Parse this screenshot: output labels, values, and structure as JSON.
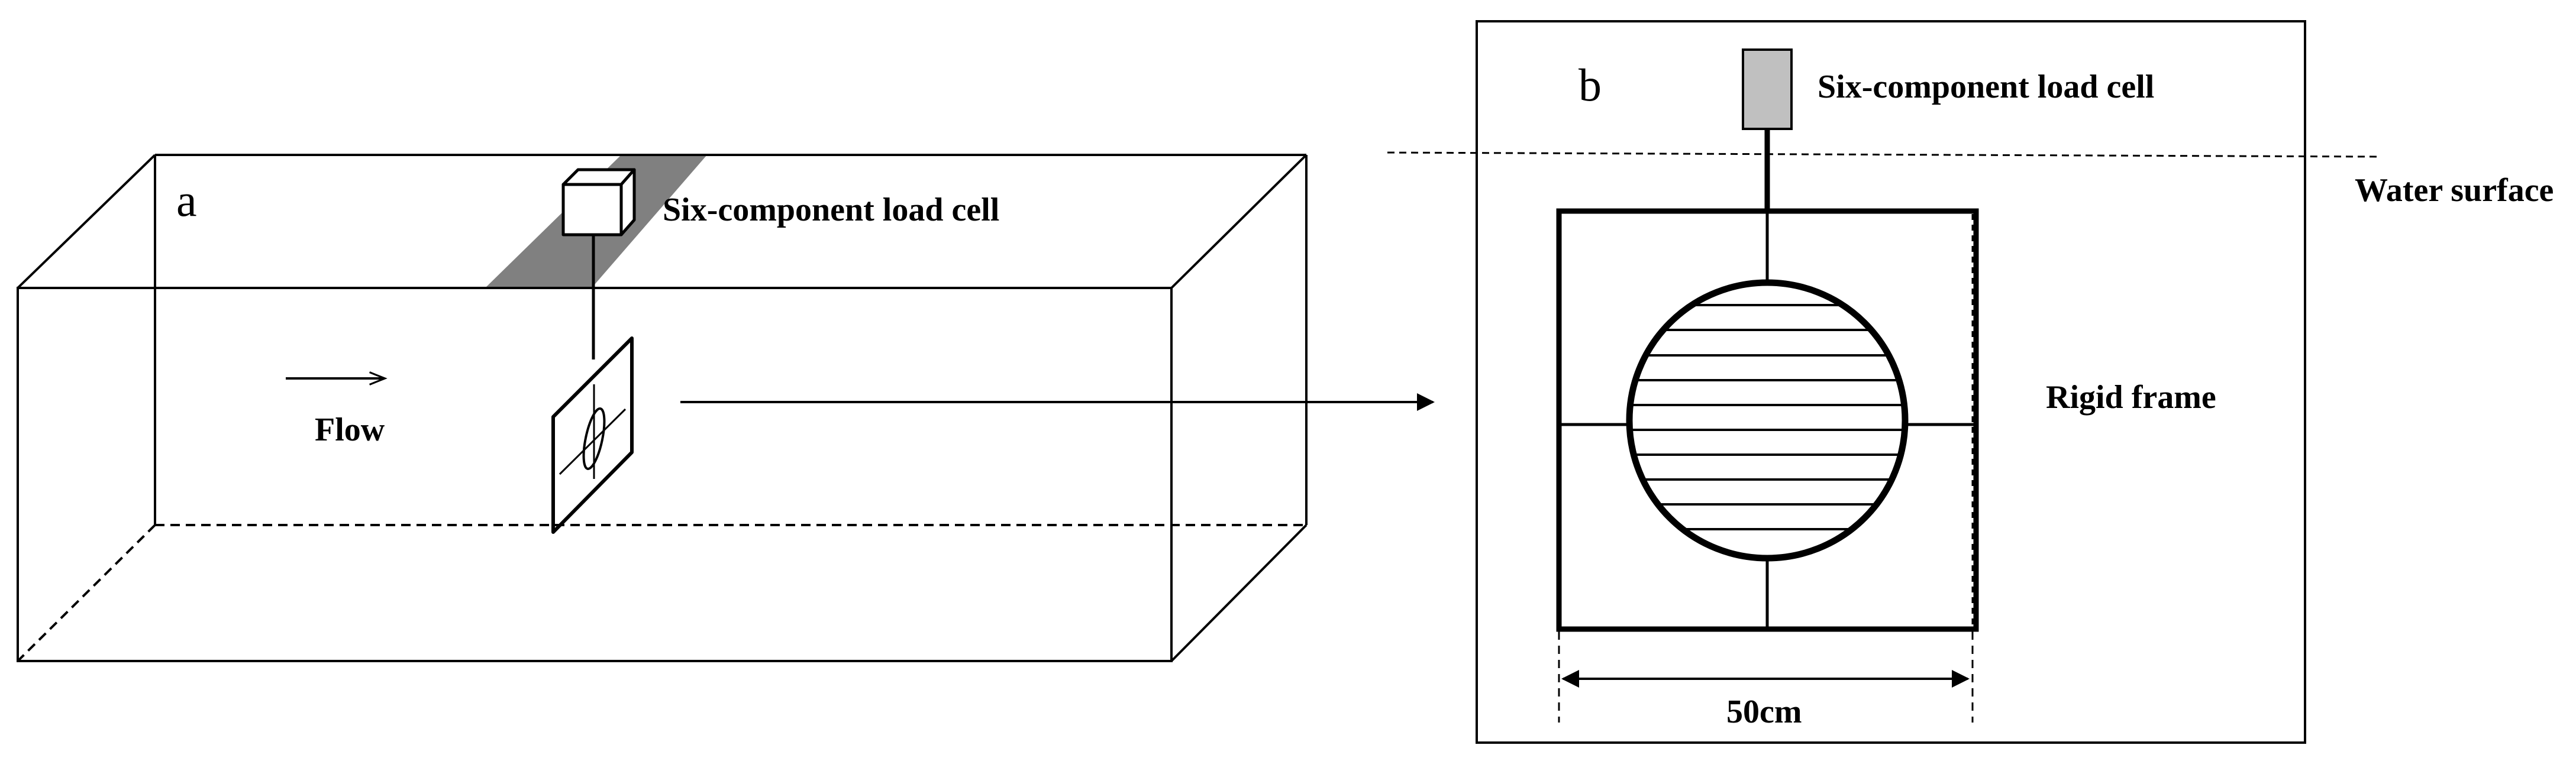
{
  "panel_a": {
    "label": "a",
    "load_cell_label": "Six-component load cell",
    "flow_label": "Flow"
  },
  "panel_b": {
    "label": "b",
    "load_cell_label": "Six-component load cell",
    "water_surface_label": "Water surface",
    "frame_label": "Rigid frame",
    "dimension_label": "50cm"
  },
  "colors": {
    "stroke": "#000000",
    "channel_strip": "#808080",
    "load_cell_fill": "#c0c0c0",
    "background": "#ffffff"
  }
}
